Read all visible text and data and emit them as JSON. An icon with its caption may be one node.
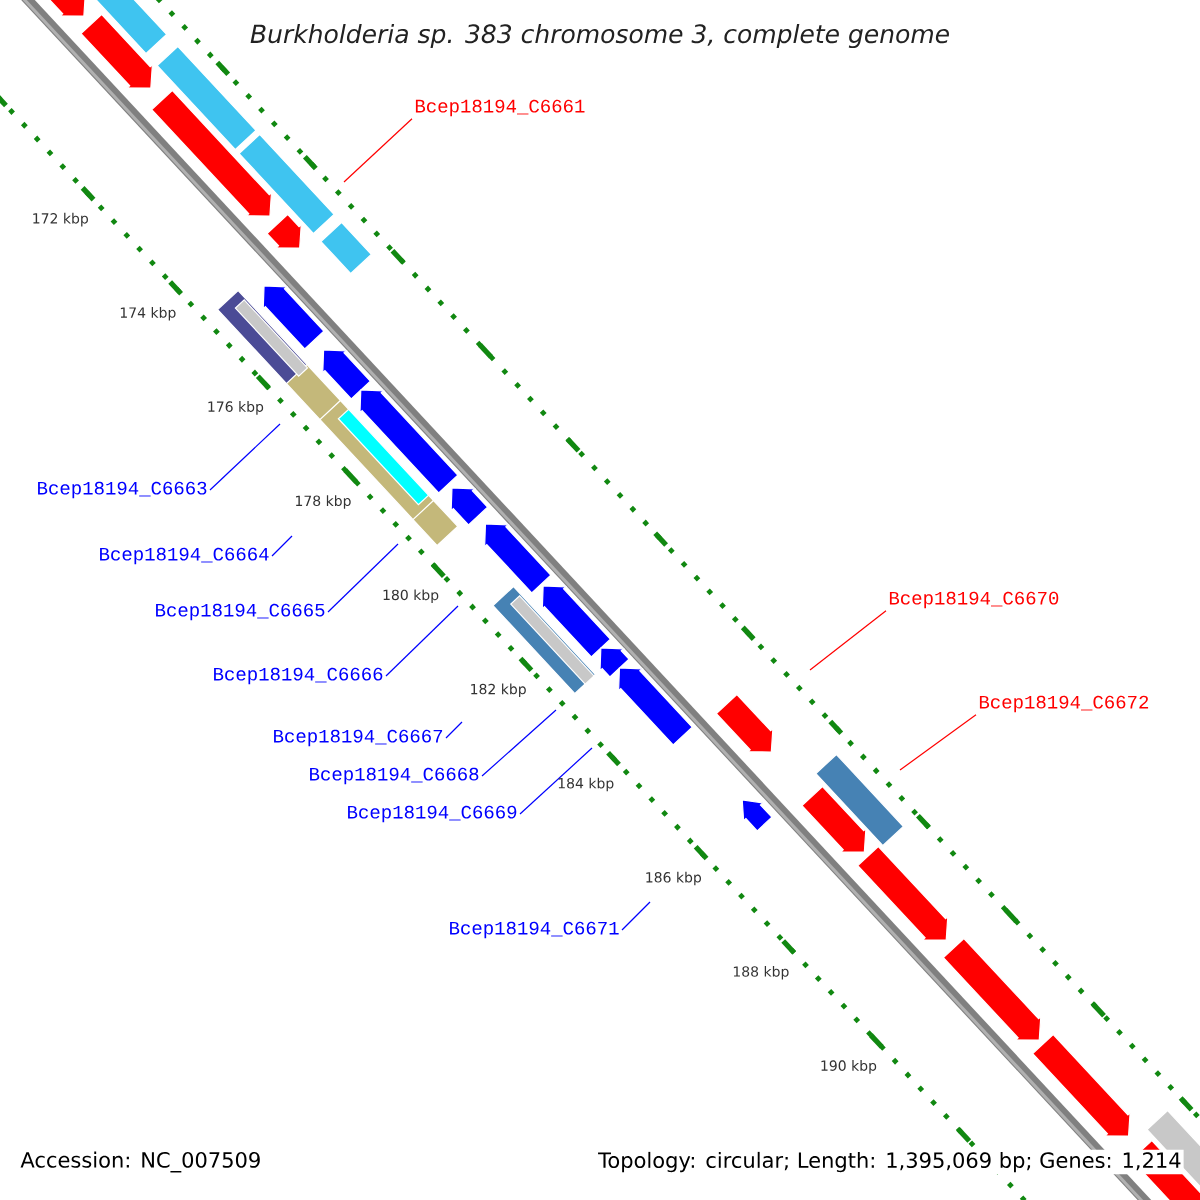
{
  "diagram": {
    "title": "Burkholderia sp. 383 chromosome 3, complete genome",
    "nodes": [
      {
        "text": [
          "Bcep18194_C6661"
        ]
      },
      {
        "text": [
          "Bcep18194_C6663"
        ]
      },
      {
        "text": [
          "Bcep18194_C6664"
        ]
      },
      {
        "text": [
          "Bcep18194_C6670"
        ]
      },
      {
        "text": [
          "Bcep18194_C6665"
        ]
      },
      {
        "text": [
          "Bcep18194_C6666"
        ]
      },
      {
        "text": [
          "Bcep18194_C6672"
        ]
      },
      {
        "text": [
          "Bcep18194_C6667"
        ]
      },
      {
        "text": [
          "Bcep18194_C6668"
        ]
      },
      {
        "text": [
          "Bcep18194_C6669"
        ]
      },
      {
        "text": [
          "Bcep18194_C6671"
        ]
      }
    ],
    "edges": [
      {
        "from": 0,
        "to": null,
        "arrow": "none",
        "color": "#ff0000"
      },
      {
        "from": 1,
        "to": null,
        "arrow": "none"
      },
      {
        "from": 2,
        "to": null,
        "arrow": "none"
      },
      {
        "from": 3,
        "to": null,
        "arrow": "none",
        "color": "#ff0000"
      },
      {
        "from": 4,
        "to": null,
        "arrow": "none"
      },
      {
        "from": 5,
        "to": null,
        "arrow": "none"
      },
      {
        "from": 6,
        "to": null,
        "arrow": "none",
        "color": "#ff0000"
      },
      {
        "from": 7,
        "to": null,
        "arrow": "none"
      },
      {
        "from": 8,
        "to": null,
        "arrow": "none"
      },
      {
        "from": 9,
        "to": null,
        "arrow": "none"
      },
      {
        "from": 10,
        "to": null,
        "arrow": "none"
      }
    ],
    "labels": [
      "172 kbp",
      "174 kbp",
      "176 kbp",
      "178 kbp",
      "180 kbp",
      "182 kbp",
      "184 kbp",
      "186 kbp",
      "188 kbp",
      "190 kbp",
      "Accession: NC_007509",
      "Topology: circular; Length: 1,395,069 bp; Genes: 1,214"
    ]
  }
}
